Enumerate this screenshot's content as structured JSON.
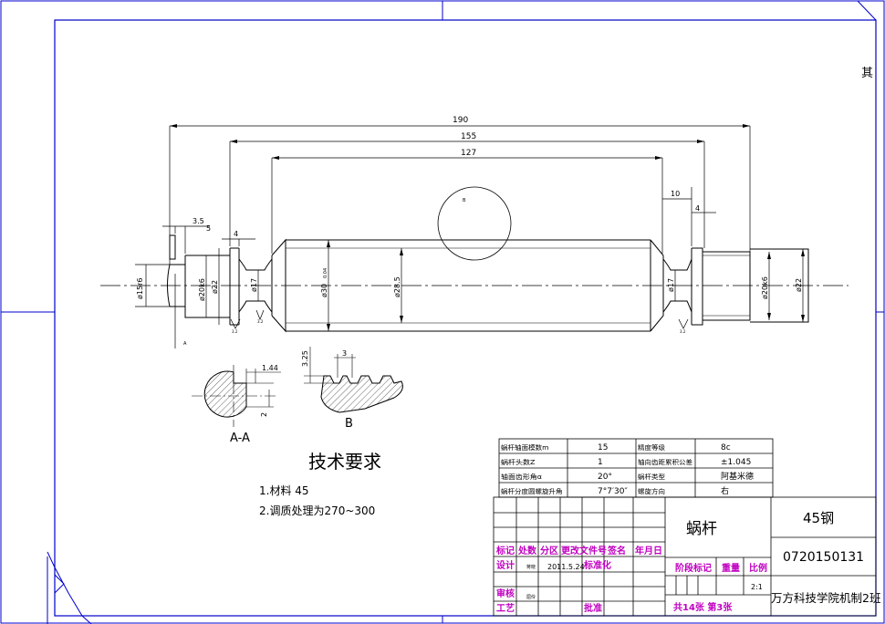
{
  "corner_char": "其",
  "dimensions": {
    "d190": "190",
    "d155": "155",
    "d127": "127",
    "d10": "10",
    "d4_right": "4",
    "d35": "3.5",
    "d5": "5",
    "d4_left": "4",
    "d325": "3.25",
    "d3": "3",
    "d144": "1.44",
    "d2": "2",
    "dia15": "ø15r6",
    "dia20a": "ø20k6",
    "dia22a": "ø22",
    "dia17a": "ø17",
    "dia30": "ø30",
    "dia30_tol": "0.04",
    "dia285": "ø28.5",
    "dia17b": "ø17",
    "dia20b": "ø20k6",
    "dia22b": "ø22"
  },
  "labels": {
    "b_circle": "B",
    "a_mark": "A",
    "section_aa": "A-A",
    "detail_b": "B",
    "roughness": "3.2"
  },
  "requirements": {
    "title": "技术要求",
    "item1": "1.材料   45",
    "item2": "2.调质处理为270~300"
  },
  "param_table": {
    "rows": [
      [
        "蜗杆轴面模数m",
        "15",
        "精度等级",
        "8c"
      ],
      [
        "蜗杆头数Z",
        "1",
        "轴向齿距累积公差",
        "±1.045"
      ],
      [
        "轴面齿形角α",
        "20°",
        "蜗杆类型",
        "阿基米德"
      ],
      [
        "蜗杆分度圆螺旋升角",
        "7°7′30″",
        "螺旋方向",
        "右"
      ]
    ]
  },
  "title_block": {
    "part_name": "蜗杆",
    "material": "45钢",
    "drawing_no": "0720150131",
    "school": "万方科技学院机制2班",
    "h_biaoji": "标记",
    "h_chushu": "处数",
    "h_fenqu": "分区",
    "h_wenjian": "更改文件号",
    "h_qianming": "签名",
    "h_date": "年月日",
    "sheji": "设计",
    "designer": "蒋晓",
    "design_date": "2011.5.24",
    "biaozhunhua": "标准化",
    "jieduan": "阶段标记",
    "zhongliang": "重量",
    "bili": "比例",
    "scale": "2:1",
    "shenhe": "审核",
    "checker": "屈伶",
    "gongyi": "工艺",
    "pizhun": "批准",
    "sheets": "共14张  第3张"
  }
}
